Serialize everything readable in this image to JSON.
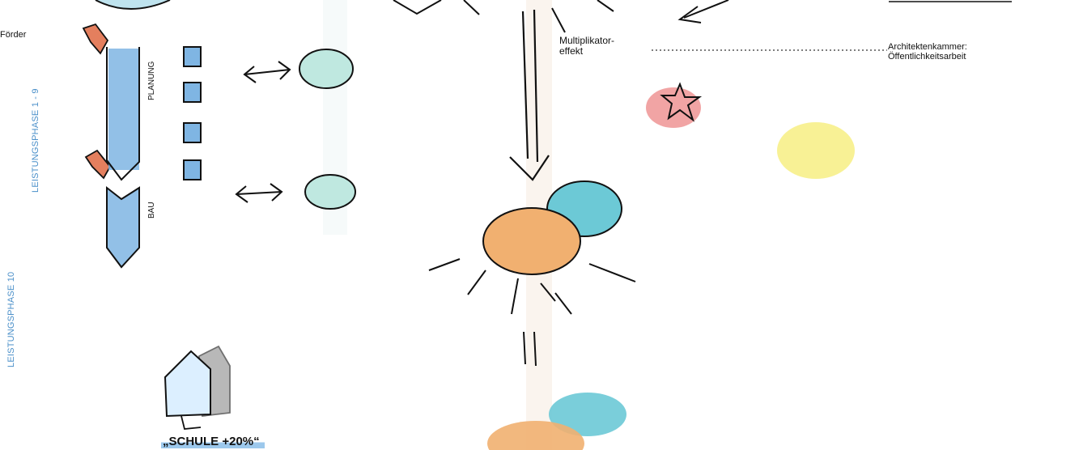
{
  "labels": {
    "foerder": "Förder",
    "leistungsphase_1_9": "LEISTUNGSPHASE 1 - 9",
    "leistungsphase_10": "LEISTUNGSPHASE 10",
    "planung": "PLANUNG",
    "bau": "BAU",
    "multiplikator_line1": "Multiplikator-",
    "multiplikator_line2": "effekt",
    "architektenkammer_line1": "Architektenkammer:",
    "architektenkammer_line2": "Öffentlichkeitsarbeit",
    "schule": "„SCHULE +20%“"
  },
  "colors": {
    "blue_fill": "#7fb5e3",
    "cyan_fill": "#6cc9d6",
    "mint_fill": "#bfe8e0",
    "orange_fill": "#f1b070",
    "pink_fill": "#ef9a9a",
    "yellow_fill": "#f7ef8a",
    "label_blue": "#4a8fc9",
    "ink": "#111111"
  }
}
